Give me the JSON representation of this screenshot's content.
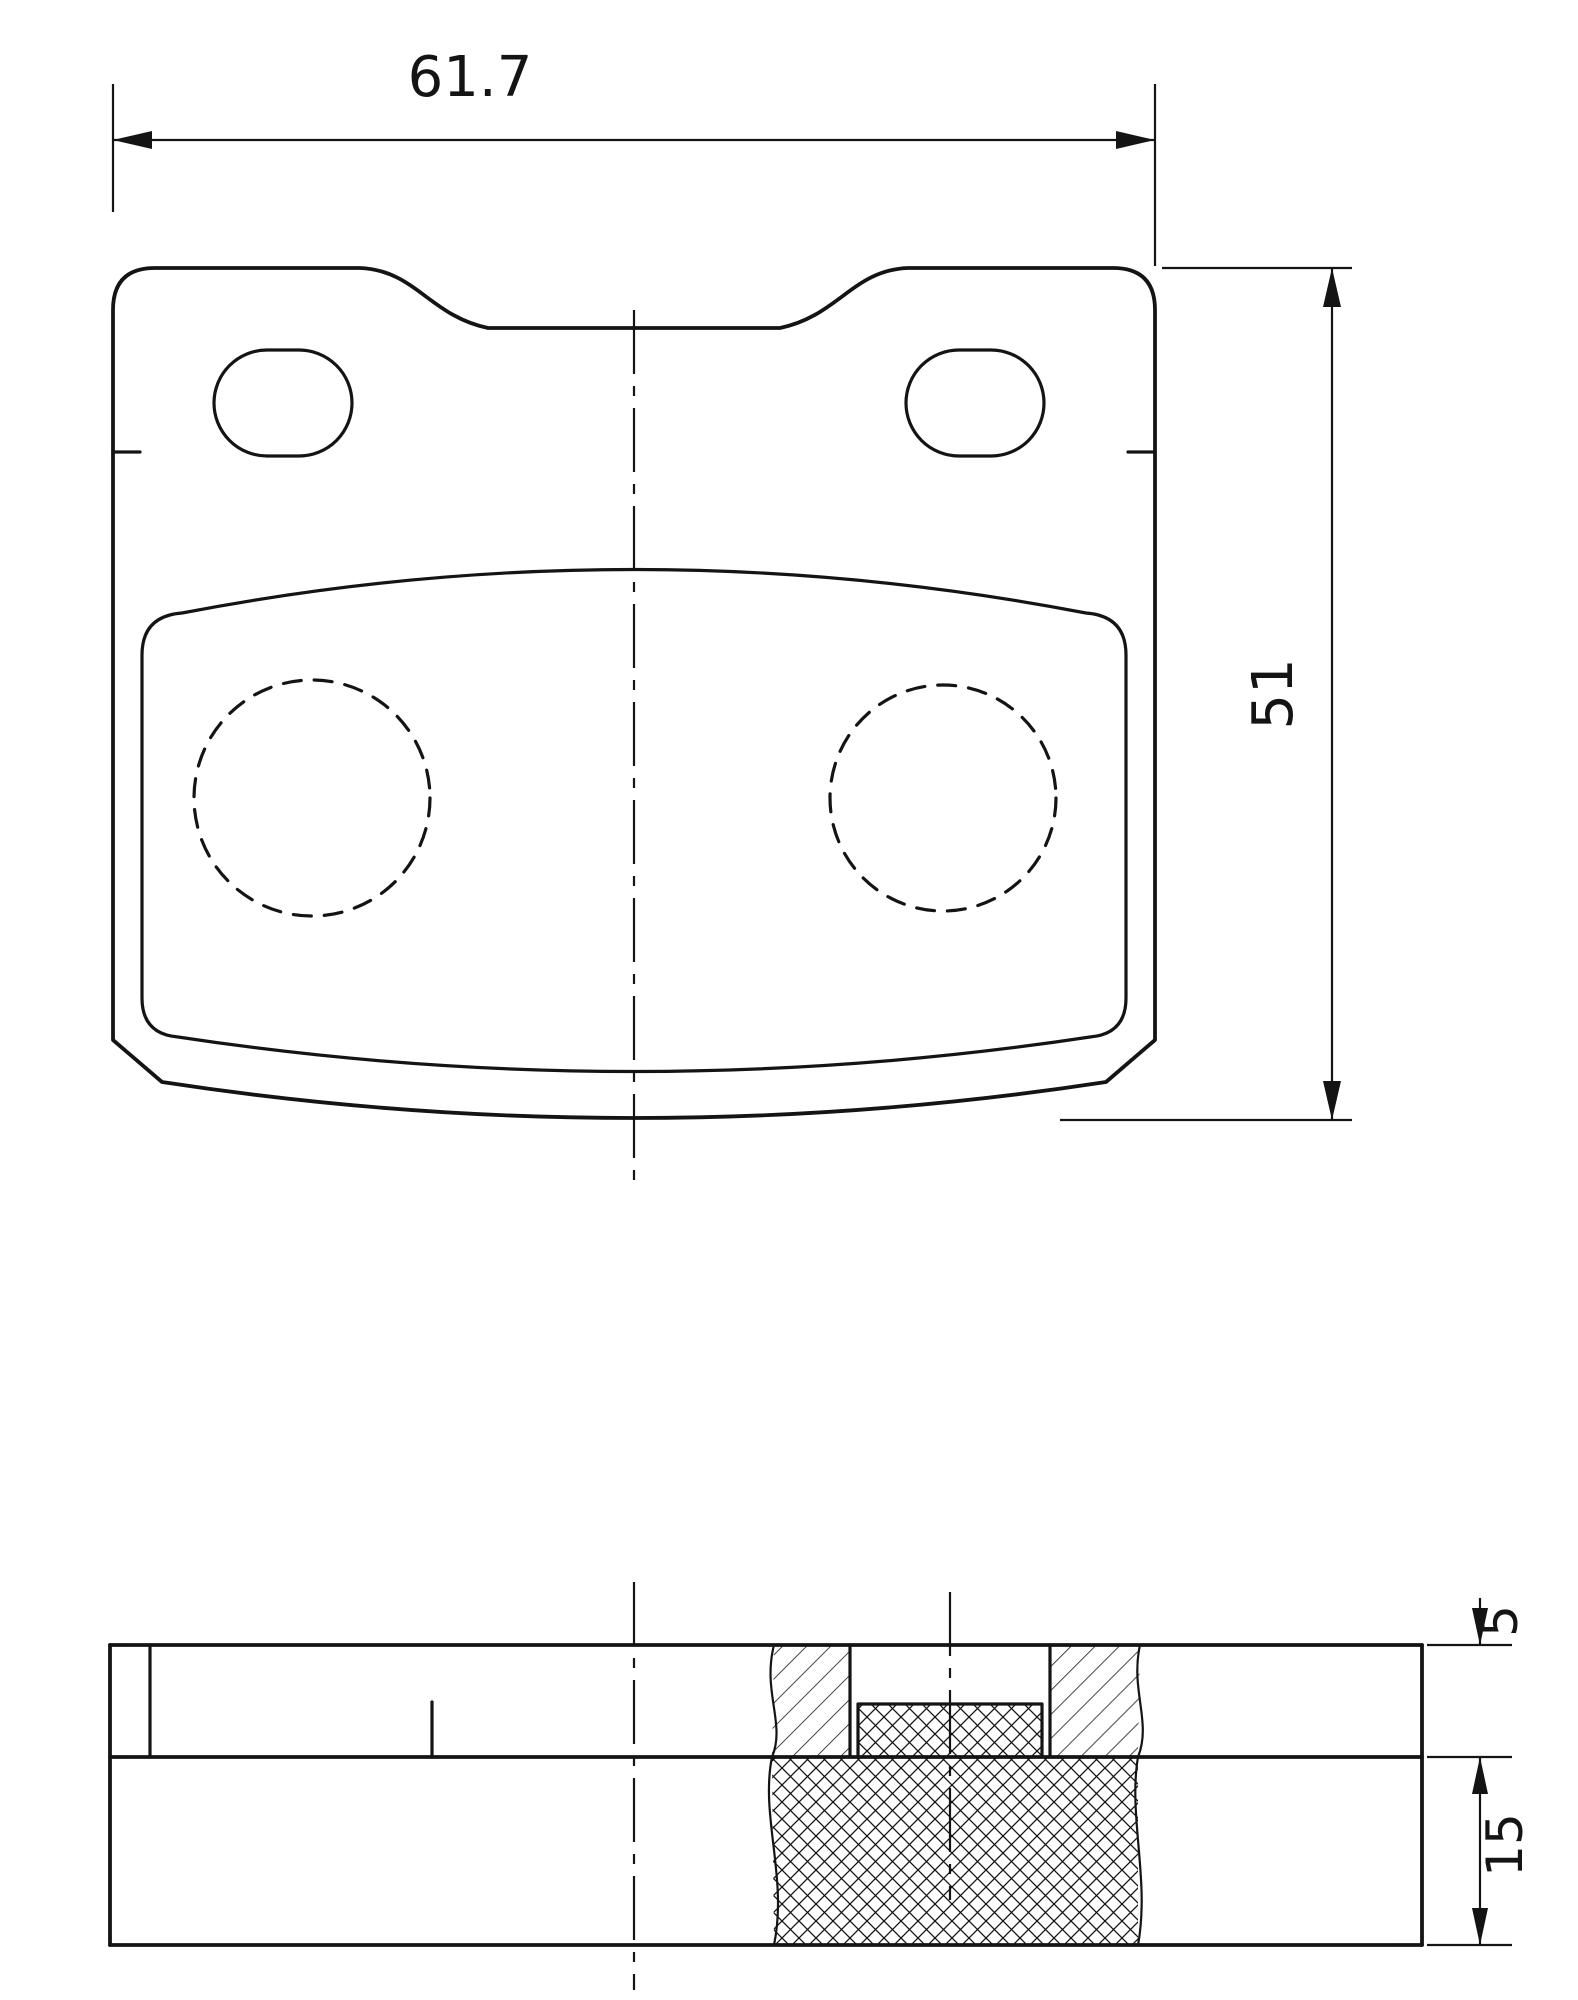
{
  "colors": {
    "line": "#141414",
    "background": "#ffffff"
  },
  "views": {
    "top_view": "plan view of brake pad",
    "side_view": "sectioned side view of brake pad"
  },
  "dimensions": {
    "width": "61.7",
    "height": "51",
    "backplate_thickness": "5",
    "pad_thickness": "15"
  }
}
